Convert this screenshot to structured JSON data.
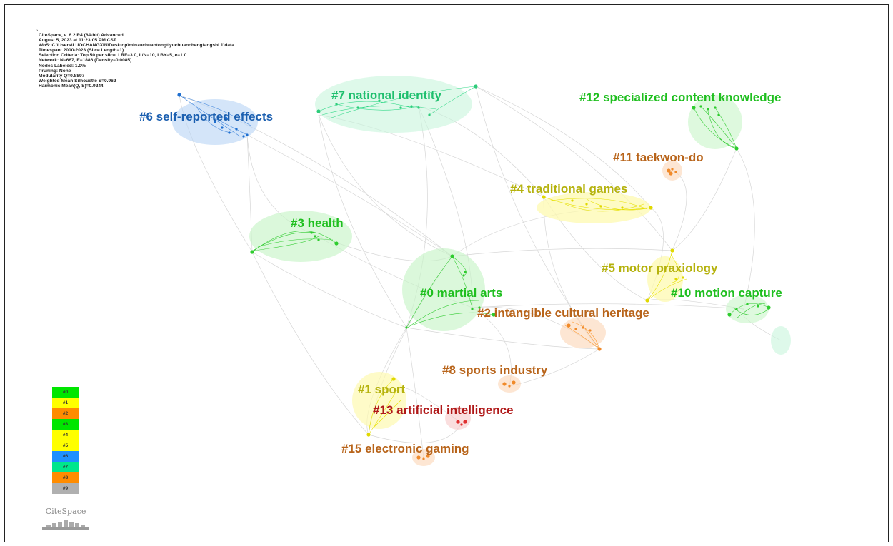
{
  "info_marker": "`",
  "info_lines": [
    "CiteSpace, v. 6.2.R4 (64-bit) Advanced",
    "August 5, 2023 at 11:23:05 PM CST",
    "WoS: C:\\Users\\LUOCHANGXIN\\Desktop\\minzuchuantongtiyuchuanchengfangshi 1\\data",
    "Timespan: 2000-2023 (Slice Length=1)",
    "Selection Criteria: Top 50 per slice, LRF=3.0, L/N=10, LBY=5, e=1.0",
    "Network: N=667, E=1886 (Density=0.0085)",
    "Nodes Labeled: 1.0%",
    "Pruning: None",
    "Modularity Q=0.8897",
    "Weighted Mean Silhouette S=0.962",
    "Harmonic Mean(Q, S)=0.9244"
  ],
  "colors": {
    "green": "#1fbf1f",
    "yellow": "#b5b20d",
    "orange": "#b8641a",
    "blue": "#1b5fb0",
    "teal": "#1fbf6e",
    "red": "#b01818"
  },
  "clusters": [
    {
      "id": "c7",
      "label": "#7 national identity"
    },
    {
      "id": "c6",
      "label": "#6 self-reported effects"
    },
    {
      "id": "c12",
      "label": "#12 specialized content knowledge"
    },
    {
      "id": "c11",
      "label": "#11 taekwon-do"
    },
    {
      "id": "c4",
      "label": "#4 traditional games"
    },
    {
      "id": "c3",
      "label": "#3 health"
    },
    {
      "id": "c5",
      "label": "#5 motor praxiology"
    },
    {
      "id": "c0",
      "label": "#0 martial arts"
    },
    {
      "id": "c10",
      "label": "#10 motion capture"
    },
    {
      "id": "c2",
      "label": "#2 intangible cultural heritage"
    },
    {
      "id": "c8",
      "label": "#8 sports industry"
    },
    {
      "id": "c1",
      "label": "#1 sport"
    },
    {
      "id": "c13",
      "label": "#13 artificial intelligence"
    },
    {
      "id": "c15",
      "label": "#15 electronic gaming"
    }
  ],
  "legend": [
    {
      "label": "#0",
      "color": "#00e600"
    },
    {
      "label": "#1",
      "color": "#ffff00"
    },
    {
      "label": "#2",
      "color": "#ff8c00"
    },
    {
      "label": "#3",
      "color": "#00e600"
    },
    {
      "label": "#4",
      "color": "#ffff00"
    },
    {
      "label": "#5",
      "color": "#ffff00"
    },
    {
      "label": "#6",
      "color": "#1e90ff"
    },
    {
      "label": "#7",
      "color": "#00e68c"
    },
    {
      "label": "#8",
      "color": "#ff8c00"
    },
    {
      "label": "#9",
      "color": "#b0b0b0"
    }
  ],
  "logo_text": "CiteSpace"
}
